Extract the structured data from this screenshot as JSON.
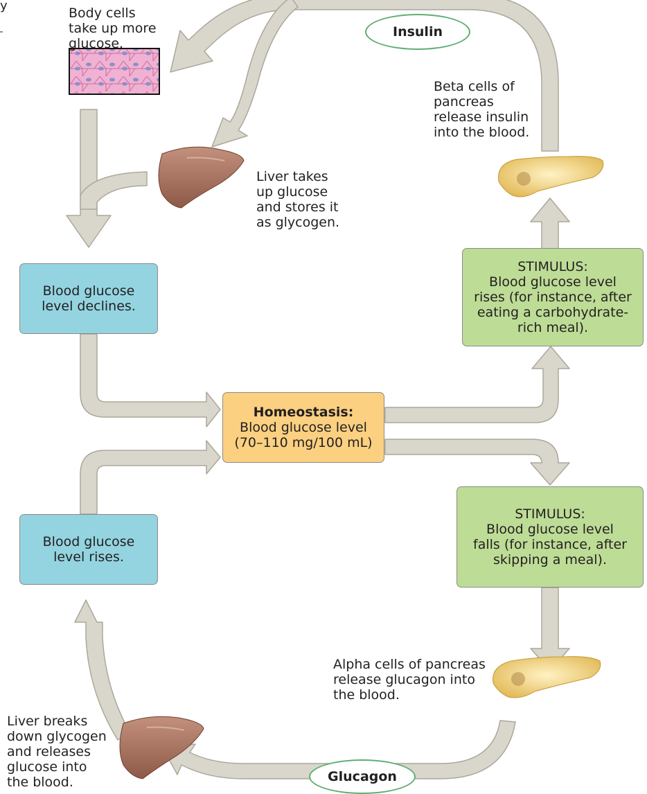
{
  "hormones": {
    "insulin": "Insulin",
    "glucagon": "Glucagon"
  },
  "captions": {
    "body_cells": [
      "Body cells",
      "take up more",
      "glucose."
    ],
    "beta_cells": [
      "Beta cells of",
      "pancreas",
      "release insulin",
      "into the blood."
    ],
    "liver_stores": [
      "Liver takes",
      "up glucose",
      "and stores it",
      "as glycogen."
    ],
    "alpha_cells": [
      "Alpha cells of pancreas",
      "release glucagon into",
      "the blood."
    ],
    "liver_breaks": [
      "Liver breaks",
      "down glycogen",
      "and releases",
      "glucose into",
      "the blood."
    ]
  },
  "boxes": {
    "declines": [
      "Blood glucose",
      "level declines."
    ],
    "rises": [
      "Blood glucose",
      "level rises."
    ],
    "homeostasis": [
      "Homeostasis:",
      "Blood glucose level",
      "(70–110 mg/100 mL)"
    ],
    "stimulus_rises": [
      "STIMULUS:",
      "Blood glucose level",
      "rises (for instance, after",
      "eating a carbohydrate-",
      "rich meal)."
    ],
    "stimulus_falls": [
      "STIMULUS:",
      "Blood glucose level",
      "falls (for instance, after",
      "skipping a meal)."
    ]
  },
  "colors": {
    "blue_box": "#93d4e0",
    "green_box": "#bddc96",
    "amber_box": "#fbd081",
    "arrow_fill": "#d9d6cb",
    "oval_border": "#5fae73"
  },
  "icons": [
    "body-cells-tissue",
    "liver",
    "pancreas"
  ]
}
